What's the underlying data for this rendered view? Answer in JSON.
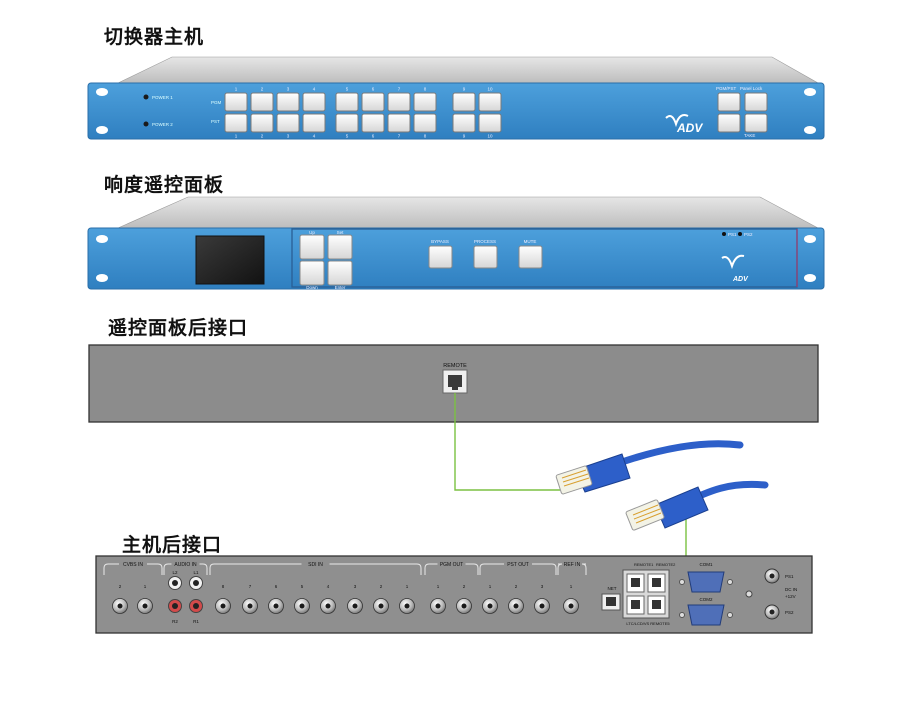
{
  "titles": {
    "switcher_host": "切换器主机",
    "remote_panel": "响度遥控面板",
    "remote_panel_rear": "遥控面板后接口",
    "host_rear": "主机后接口"
  },
  "switcher_front": {
    "power1": "POWER 1",
    "power2": "POWER 2",
    "row_pgm": "PGM",
    "row_pst": "PST",
    "top_numbers": [
      "1",
      "2",
      "3",
      "4",
      "5",
      "6",
      "7",
      "8",
      "9",
      "10"
    ],
    "bottom_numbers": [
      "1",
      "2",
      "3",
      "4",
      "5",
      "6",
      "7",
      "8",
      "9",
      "10"
    ],
    "right_top": [
      "PGM/PST",
      "Panel Lock"
    ],
    "right_bottom": "TAKE",
    "logo": "ADV"
  },
  "remote_front": {
    "nav_buttons": [
      "Up",
      "Set",
      "Down",
      "Enter"
    ],
    "func_buttons": [
      "BYPASS",
      "PROCESS",
      "MUTE"
    ],
    "leds": [
      "PS1",
      "PS2"
    ],
    "logo": "ADV"
  },
  "remote_rear": {
    "port_label": "REMOTE"
  },
  "host_rear": {
    "groups": [
      "CVBS IN",
      "AUDIO IN",
      "SDI IN",
      "PGM OUT",
      "PST OUT",
      "REF IN"
    ],
    "audio_top": [
      "L2",
      "L1"
    ],
    "audio_bottom": [
      "R2",
      "R1"
    ],
    "cvbs_numbers": [
      "2",
      "1"
    ],
    "sdi_numbers": [
      "8",
      "7",
      "6",
      "5",
      "4",
      "3",
      "2",
      "1"
    ],
    "pgm_numbers": [
      "1",
      "2"
    ],
    "pst_numbers": [
      "1",
      "2",
      "3"
    ],
    "ref_numbers": [
      "1"
    ],
    "rj_labels": [
      "REMOTE1",
      "REMOTE2"
    ],
    "net_label": "NET",
    "ltc_label": "LTC/LCD/VS REMOTE5",
    "com_labels": [
      "COM1",
      "COM2"
    ],
    "ps_labels": [
      "PS1",
      "PS2"
    ],
    "dc_label": "DC IN",
    "dc_volt": "+12V"
  },
  "colors": {
    "panel_blue": "#3a8fd0",
    "cable_blue": "#2d5fc9",
    "link_green": "#7bc142"
  }
}
